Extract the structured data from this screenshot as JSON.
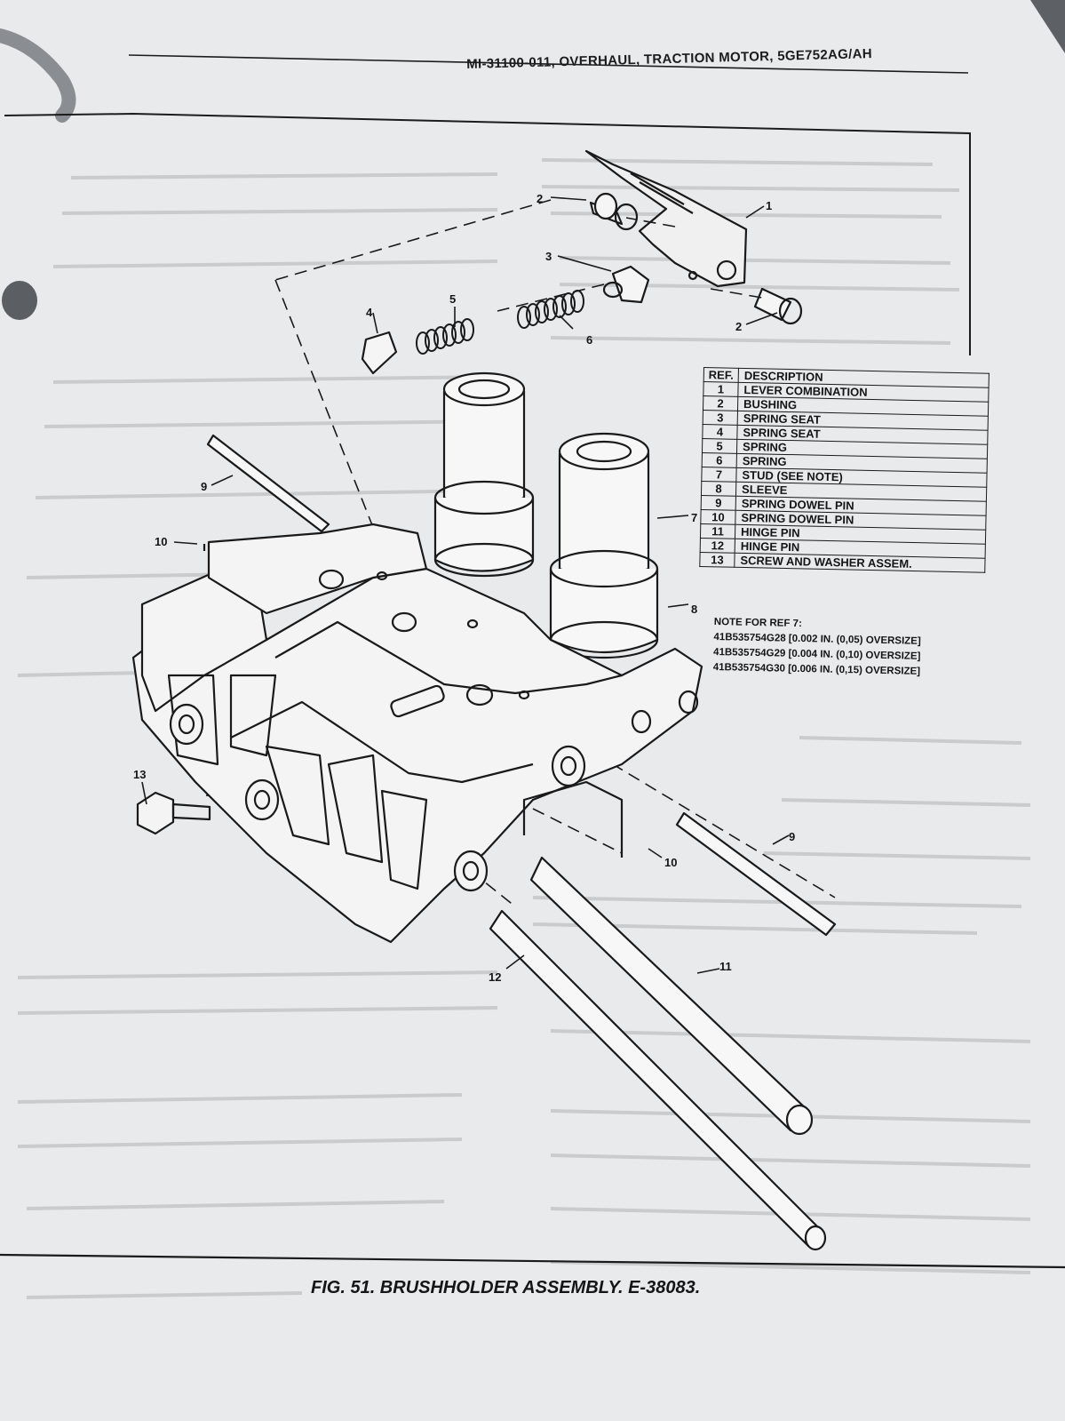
{
  "header": "MI-31100-011, OVERHAUL, TRACTION MOTOR, 5GE752AG/AH",
  "parts_table": {
    "col_ref": "REF.",
    "col_desc": "DESCRIPTION",
    "rows": [
      {
        "ref": "1",
        "desc": "LEVER COMBINATION"
      },
      {
        "ref": "2",
        "desc": "BUSHING"
      },
      {
        "ref": "3",
        "desc": "SPRING SEAT"
      },
      {
        "ref": "4",
        "desc": "SPRING SEAT"
      },
      {
        "ref": "5",
        "desc": "SPRING"
      },
      {
        "ref": "6",
        "desc": "SPRING"
      },
      {
        "ref": "7",
        "desc": "STUD (SEE NOTE)"
      },
      {
        "ref": "8",
        "desc": "SLEEVE"
      },
      {
        "ref": "9",
        "desc": "SPRING DOWEL PIN"
      },
      {
        "ref": "10",
        "desc": "SPRING DOWEL PIN"
      },
      {
        "ref": "11",
        "desc": "HINGE PIN"
      },
      {
        "ref": "12",
        "desc": "HINGE PIN"
      },
      {
        "ref": "13",
        "desc": "SCREW AND WASHER ASSEM."
      }
    ]
  },
  "note": {
    "title": "NOTE FOR REF 7:",
    "lines": [
      "41B535754G28 [0.002 IN. (0,05) OVERSIZE]",
      "41B535754G29 [0.004 IN. (0,10) OVERSIZE]",
      "41B535754G30 [0.006 IN. (0,15) OVERSIZE]"
    ]
  },
  "callouts": [
    "1",
    "2",
    "2",
    "3",
    "4",
    "5",
    "6",
    "7",
    "8",
    "9",
    "10",
    "13",
    "9",
    "10",
    "11",
    "12"
  ],
  "caption": "FIG. 51. BRUSHHOLDER ASSEMBLY. E-38083."
}
